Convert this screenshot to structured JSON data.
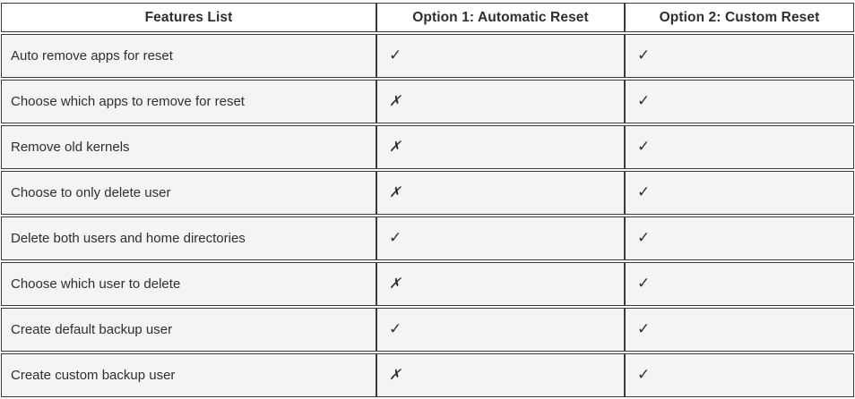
{
  "table": {
    "name": "feature-comparison-table",
    "columns": [
      {
        "key": "feature",
        "label": "Features List",
        "align": "center"
      },
      {
        "key": "option1",
        "label": "Option 1: Automatic Reset",
        "align": "center"
      },
      {
        "key": "option2",
        "label": "Option 2: Custom Reset",
        "align": "center"
      }
    ],
    "marks": {
      "yes": "✓",
      "no": "✗"
    },
    "rows": [
      {
        "feature": "Auto remove apps for reset",
        "option1": "✓",
        "option2": "✓"
      },
      {
        "feature": "Choose which apps to remove for reset",
        "option1": "✗",
        "option2": "✓"
      },
      {
        "feature": "Remove old kernels",
        "option1": "✗",
        "option2": "✓"
      },
      {
        "feature": "Choose to only delete user",
        "option1": "✗",
        "option2": "✓"
      },
      {
        "feature": "Delete both users and home directories",
        "option1": "✓",
        "option2": "✓"
      },
      {
        "feature": "Choose which user to delete",
        "option1": "✗",
        "option2": "✓"
      },
      {
        "feature": "Create default backup user",
        "option1": "✓",
        "option2": "✓"
      },
      {
        "feature": "Create custom backup user",
        "option1": "✗",
        "option2": "✓"
      }
    ]
  },
  "colors": {
    "border": "#3a3a3a",
    "header_background": "#ffffff",
    "row_background": "#f4f4f4",
    "text": "#2b2f33"
  }
}
